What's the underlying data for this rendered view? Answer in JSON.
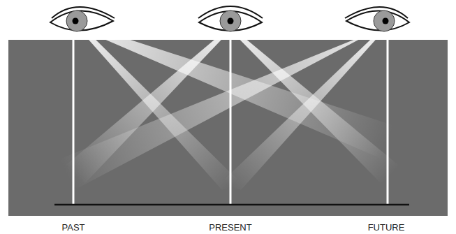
{
  "diagram": {
    "labels": [
      "PAST",
      "PRESENT",
      "FUTURE"
    ]
  }
}
